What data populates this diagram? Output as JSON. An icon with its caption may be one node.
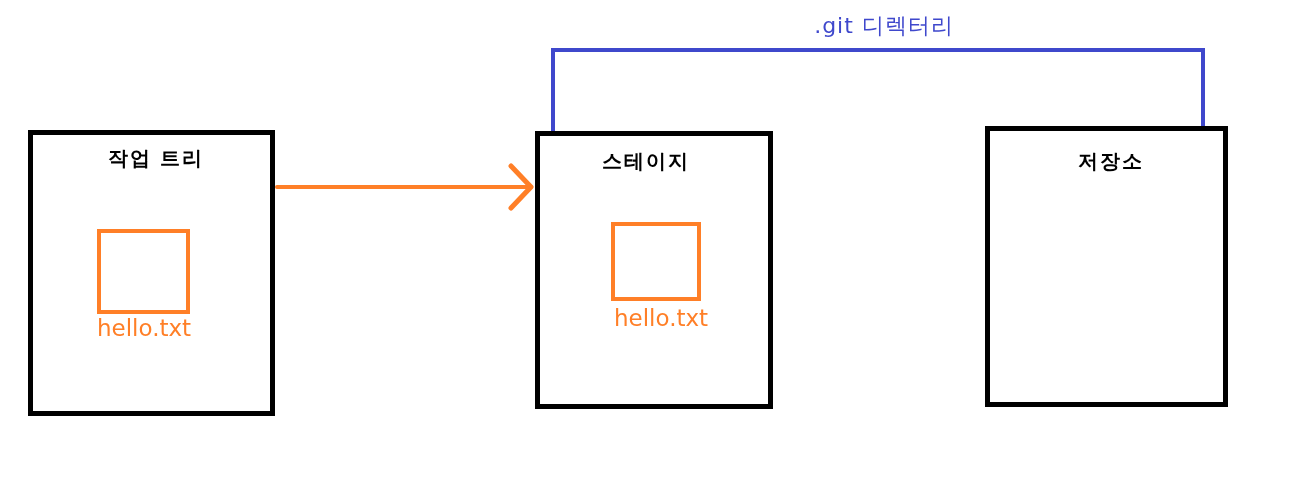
{
  "diagram": {
    "nodes": [
      {
        "text": [
          "작업 트리"
        ]
      },
      {
        "text": [],
        "shape": "box",
        "beside": [
          "hello.txt"
        ],
        "in": 0
      },
      {
        "text": [
          "스테이지"
        ]
      },
      {
        "text": [],
        "shape": "box",
        "beside": [
          "hello.txt"
        ],
        "in": 2
      },
      {
        "text": [
          "저장소"
        ]
      }
    ],
    "edges": [
      {
        "from": 0,
        "to": 2,
        "arrow": "to",
        "color": "#ff7f27"
      }
    ],
    "labels": [
      ".git 디렉터리"
    ]
  }
}
